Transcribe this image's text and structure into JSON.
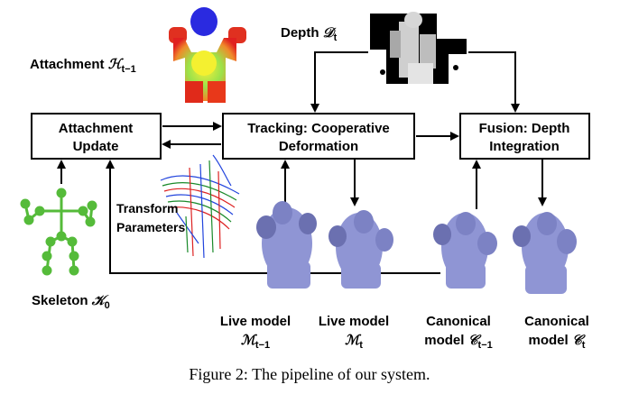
{
  "attachment": {
    "label": "Attachment",
    "symbol": "ℋ",
    "subscript": "t−1"
  },
  "depth": {
    "label": "Depth",
    "symbol": "𝒟",
    "subscript": "t"
  },
  "boxes": {
    "attach_update": {
      "line1": "Attachment",
      "line2": "Update"
    },
    "tracking": {
      "line1": "Tracking: Cooperative",
      "line2": "Deformation"
    },
    "fusion": {
      "line1": "Fusion: Depth",
      "line2": "Integration"
    }
  },
  "transform": {
    "line1": "Transform",
    "line2": "Parameters"
  },
  "skeleton": {
    "label": "Skeleton",
    "symbol": "𝒦",
    "subscript": "0"
  },
  "models": [
    {
      "line1": "Live model",
      "symbol": "ℳ",
      "subscript": "t−1"
    },
    {
      "line1": "Live model",
      "symbol": "ℳ",
      "subscript": "t"
    },
    {
      "line1": "Canonical",
      "line2prefix": "model ",
      "symbol": "𝒞",
      "subscript": "t−1"
    },
    {
      "line1": "Canonical",
      "line2prefix": "model ",
      "symbol": "𝒞",
      "subscript": "t"
    }
  ],
  "caption": "Figure 2: The pipeline of our system.",
  "colors": {
    "mesh": "#8f95d4",
    "mesh_shade": "#6b70b0",
    "skeleton": "#55bb3a"
  }
}
